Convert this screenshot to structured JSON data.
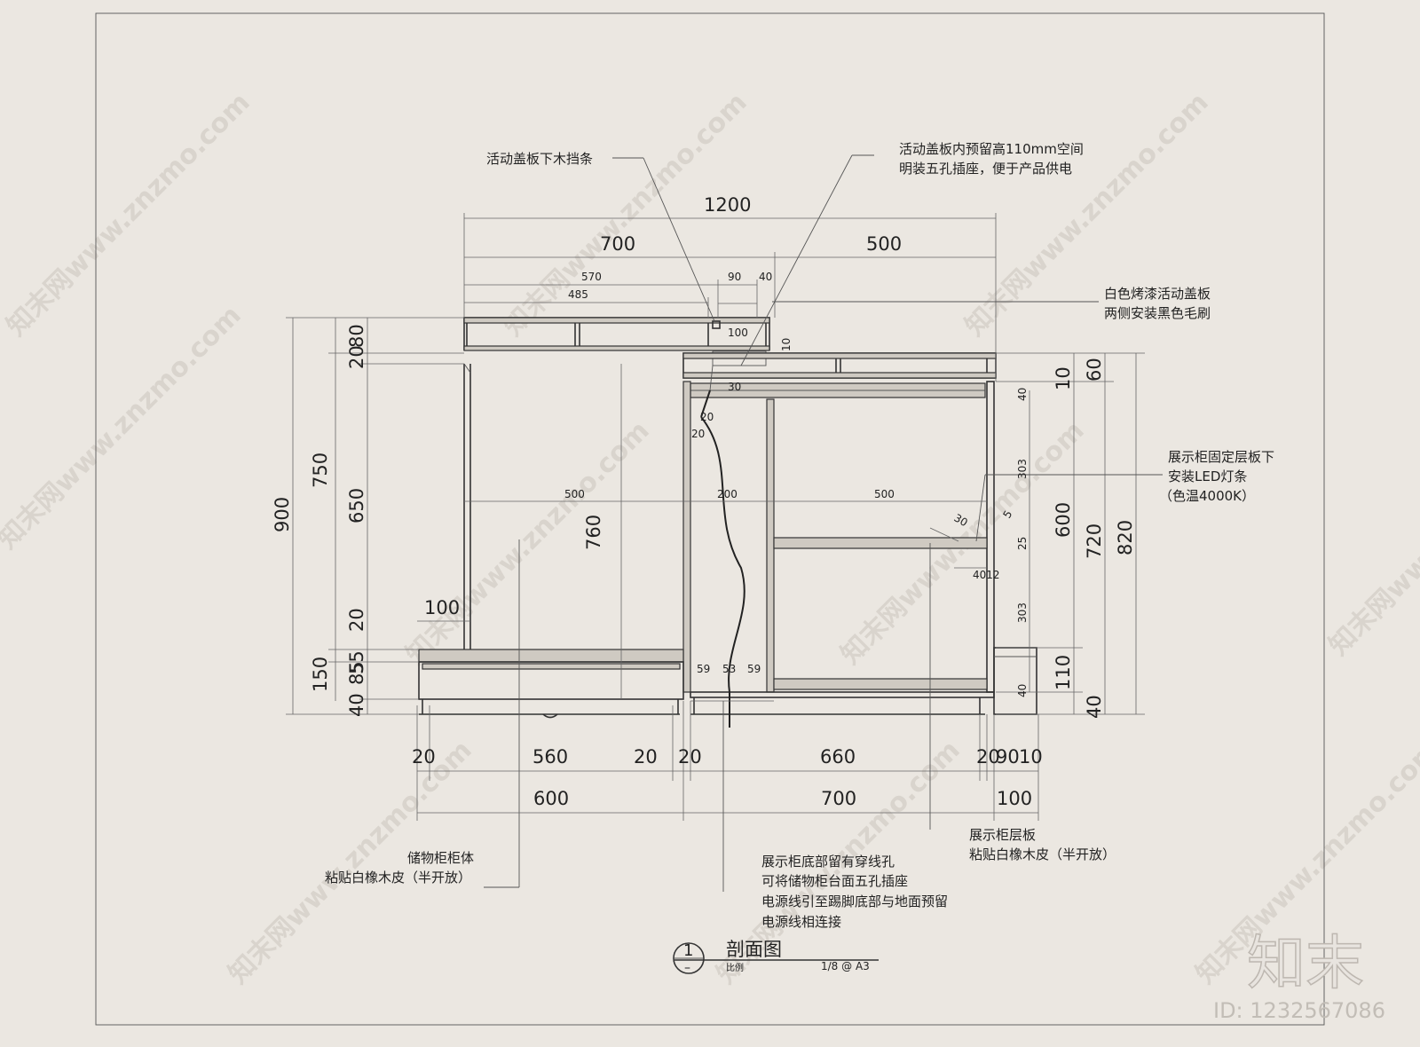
{
  "notes": {
    "n1": "活动盖板下木挡条",
    "n2a": "活动盖板内预留高110mm空间",
    "n2b": "明装五孔插座，便于产品供电",
    "n3a": "白色烤漆活动盖板",
    "n3b": "两侧安装黑色毛刷",
    "n4a": "展示柜固定层板下",
    "n4b": "安装LED灯条",
    "n4c": "（色温4000K）",
    "n5a": "展示柜层板",
    "n5b": "粘贴白橡木皮（半开放）",
    "n6a": "展示柜底部留有穿线孔",
    "n6b": "可将储物柜台面五孔插座",
    "n6c": "电源线引至踢脚底部与地面预留",
    "n6d": "电源线相连接",
    "n7a": "储物柜柜体",
    "n7b": "粘贴白橡木皮（半开放）"
  },
  "dims": {
    "top_1200": "1200",
    "top_700": "700",
    "top_500": "500",
    "top_570": "570",
    "top_485": "485",
    "top_90": "90",
    "top_40": "40",
    "d100a": "100",
    "d10a": "10",
    "d30": "30",
    "h900": "900",
    "h750": "750",
    "h650": "650",
    "h20a": "20",
    "h80": "80",
    "h20b": "20",
    "h55": "55",
    "h150": "150",
    "h40a": "40",
    "h10b": "10",
    "h85": "85",
    "h760": "760",
    "w100": "100",
    "mid500a": "500",
    "mid200": "200",
    "mid500b": "500",
    "v20a": "20",
    "v20b": "20",
    "r60": "60",
    "r10": "10",
    "r40a": "40",
    "r303a": "303",
    "r25": "25",
    "r303b": "303",
    "r40b": "40",
    "r600": "600",
    "r720": "720",
    "r820": "820",
    "r110": "110",
    "r40c": "40",
    "s30": "30",
    "s5": "5",
    "s4012": "4012",
    "b59a": "59",
    "b53": "53",
    "b59b": "59",
    "bot20a": "20",
    "bot560": "560",
    "bot20b": "20",
    "bot20c": "20",
    "bot660": "660",
    "bot20d": "20",
    "bot90": "90",
    "bot10": "10",
    "bot600": "600",
    "bot700": "700",
    "bot100": "100"
  },
  "title": {
    "num": "1",
    "name": "剖面图",
    "scale_label": "比例",
    "scale": "1/8 @ A3"
  },
  "watermark": {
    "text": "知末网www.znzmo.com",
    "logo": "知末",
    "id": "ID: 1232567086"
  }
}
